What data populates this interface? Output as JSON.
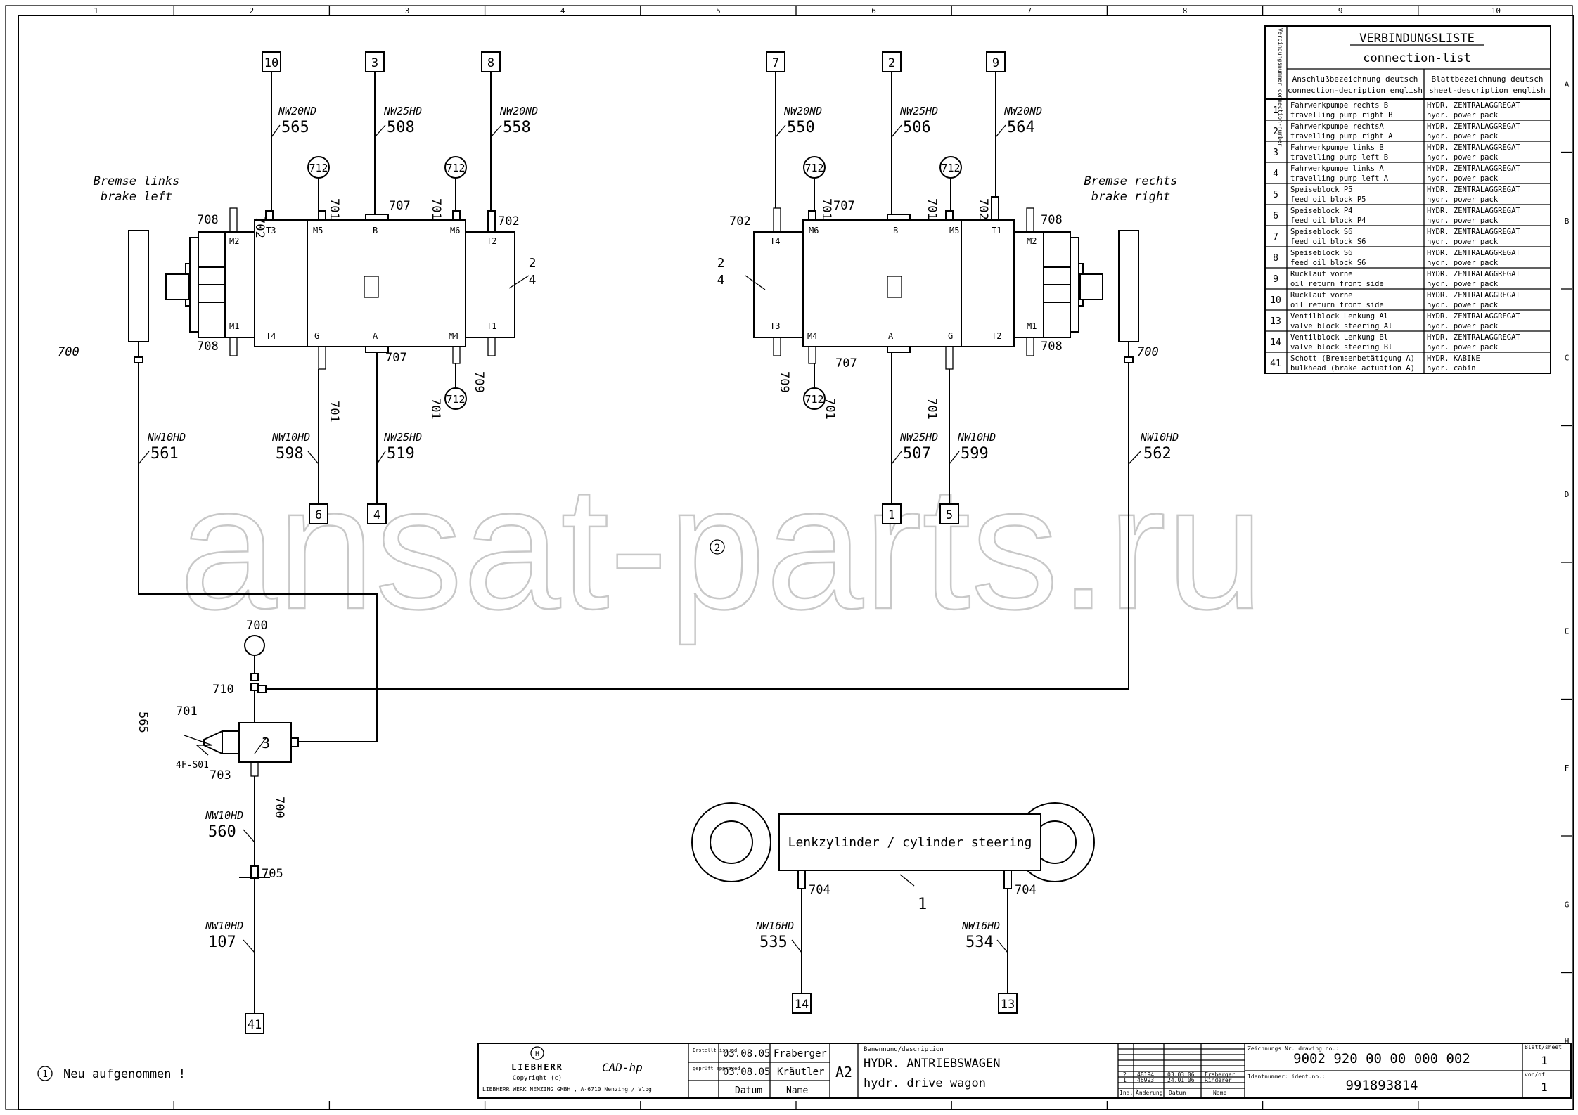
{
  "frame": {
    "col_labels": [
      "1",
      "2",
      "3",
      "4",
      "5",
      "6",
      "7",
      "8",
      "9",
      "10"
    ],
    "row_labels": [
      "A",
      "B",
      "C",
      "D",
      "E",
      "F",
      "G",
      "H"
    ]
  },
  "watermark": "ansat-parts.ru",
  "watermark_marker": "2",
  "left_unit": {
    "brake_label_de": "Bremse links",
    "brake_label_en": "brake left",
    "ports_top": [
      "T3",
      "M5",
      "B",
      "M6",
      "T2"
    ],
    "ports_bottom": [
      "T4",
      "G",
      "A",
      "M4",
      "T1"
    ],
    "ports_side": [
      "M2",
      "M1"
    ],
    "refs": {
      "r708a": "708",
      "r708b": "708",
      "r700": "700",
      "r702a": "702",
      "r701a": "701",
      "r707a": "707",
      "r701b": "701",
      "r702b": "702",
      "r707b": "707",
      "r701c": "701",
      "r709": "709",
      "r701d": "701",
      "r24": "2\n4"
    },
    "gauges": [
      "712",
      "712",
      "712"
    ],
    "connectors_top": [
      {
        "num": "10",
        "spec": "NW20ND",
        "line": "565"
      },
      {
        "num": "3",
        "spec": "NW25HD",
        "line": "508"
      },
      {
        "num": "8",
        "spec": "NW20ND",
        "line": "558"
      }
    ],
    "connectors_bottom": [
      {
        "num": "6",
        "spec": "NW10HD",
        "line": "598"
      },
      {
        "num": "4",
        "spec": "NW25HD",
        "line": "519"
      }
    ],
    "brake_line": {
      "spec": "NW10HD",
      "line": "561"
    }
  },
  "right_unit": {
    "brake_label_de": "Bremse rechts",
    "brake_label_en": "brake right",
    "ports_top": [
      "T4",
      "M6",
      "B",
      "M5",
      "T1"
    ],
    "ports_bottom": [
      "T3",
      "M4",
      "A",
      "G",
      "T2"
    ],
    "ports_side": [
      "M2",
      "M1"
    ],
    "refs": {
      "r702a": "702",
      "r701a": "701",
      "r707a": "707",
      "r701b": "701",
      "r702b": "702",
      "r708a": "708",
      "r708b": "708",
      "r700": "700",
      "r707b": "707",
      "r709": "709",
      "r701c": "701",
      "r701d": "701"
    },
    "gauges": [
      "712",
      "712",
      "712"
    ],
    "connectors_top": [
      {
        "num": "7",
        "spec": "NW20ND",
        "line": "550"
      },
      {
        "num": "2",
        "spec": "NW25HD",
        "line": "506"
      },
      {
        "num": "9",
        "spec": "NW20ND",
        "line": "564"
      }
    ],
    "connectors_bottom": [
      {
        "num": "1",
        "spec": "NW25HD",
        "line": "507"
      },
      {
        "num": "5",
        "spec": "NW10HD",
        "line": "599"
      }
    ],
    "brake_line": {
      "spec": "NW10HD",
      "line": "562"
    }
  },
  "brake_valve": {
    "label_700": "700",
    "label_710": "710",
    "label_701": "701",
    "label_703": "703",
    "label_sensor": "4F-S01",
    "label_3": "3",
    "label_565": "565",
    "label_700b": "700",
    "line_560": {
      "spec": "NW10HD",
      "line": "560"
    },
    "label_705": "705",
    "line_107": {
      "spec": "NW10HD",
      "line": "107"
    },
    "connector": "41"
  },
  "cylinder": {
    "title": "Lenkzylinder / cylinder steering",
    "ref": "1",
    "port_ref": "704",
    "port_ref2": "704",
    "lines": [
      {
        "spec": "NW16HD",
        "line": "535",
        "num": "14"
      },
      {
        "spec": "NW16HD",
        "line": "534",
        "num": "13"
      }
    ]
  },
  "connection_list": {
    "title_de": "VERBINDUNGSLISTE",
    "title_en": "connection-list",
    "side_header": "Verbindungsnummer connection-number",
    "col1_header_de": "Anschlußbezeichnung deutsch",
    "col1_header_en": "connection-decription english",
    "col2_header_de": "Blattbezeichnung deutsch",
    "col2_header_en": "sheet-description english",
    "rows": [
      {
        "no": "1",
        "de": "Fahrwerkpumpe rechts B",
        "en": "travelling pump right B",
        "sheet_de": "HYDR. ZENTRALAGGREGAT",
        "sheet_en": "hydr. power pack"
      },
      {
        "no": "2",
        "de": "Fahrwerkpumpe rechtsA",
        "en": "travelling pump right A",
        "sheet_de": "HYDR. ZENTRALAGGREGAT",
        "sheet_en": "hydr. power pack"
      },
      {
        "no": "3",
        "de": "Fahrwerkpumpe links B",
        "en": "travelling pump left B",
        "sheet_de": "HYDR. ZENTRALAGGREGAT",
        "sheet_en": "hydr. power pack"
      },
      {
        "no": "4",
        "de": "Fahrwerkpumpe links A",
        "en": "travelling pump left A",
        "sheet_de": "HYDR. ZENTRALAGGREGAT",
        "sheet_en": "hydr. power pack"
      },
      {
        "no": "5",
        "de": "Speiseblock P5",
        "en": "feed oil block P5",
        "sheet_de": "HYDR. ZENTRALAGGREGAT",
        "sheet_en": "hydr. power pack"
      },
      {
        "no": "6",
        "de": "Speiseblock P4",
        "en": "feed oil block P4",
        "sheet_de": "HYDR. ZENTRALAGGREGAT",
        "sheet_en": "hydr. power pack"
      },
      {
        "no": "7",
        "de": "Speiseblock S6",
        "en": "feed oil block S6",
        "sheet_de": "HYDR. ZENTRALAGGREGAT",
        "sheet_en": "hydr. power pack"
      },
      {
        "no": "8",
        "de": "Speiseblock S6",
        "en": "feed oil block S6",
        "sheet_de": "HYDR. ZENTRALAGGREGAT",
        "sheet_en": "hydr. power pack"
      },
      {
        "no": "9",
        "de": "Rücklauf vorne",
        "en": "oil return front side",
        "sheet_de": "HYDR. ZENTRALAGGREGAT",
        "sheet_en": "hydr. power pack"
      },
      {
        "no": "10",
        "de": "Rücklauf vorne",
        "en": "oil return front side",
        "sheet_de": "HYDR. ZENTRALAGGREGAT",
        "sheet_en": "hydr. power pack"
      },
      {
        "no": "13",
        "de": "Ventilblock Lenkung Al",
        "en": "valve block steering Al",
        "sheet_de": "HYDR. ZENTRALAGGREGAT",
        "sheet_en": "hydr. power pack"
      },
      {
        "no": "14",
        "de": "Ventilblock Lenkung Bl",
        "en": "valve block steering Bl",
        "sheet_de": "HYDR. ZENTRALAGGREGAT",
        "sheet_en": "hydr. power pack"
      },
      {
        "no": "41",
        "de": "Schott (Bremsenbetätigung A)",
        "en": "bulkhead (brake actuation A)",
        "sheet_de": "HYDR. KABINE",
        "sheet_en": "hydr. cabin"
      }
    ]
  },
  "note": {
    "marker": "1",
    "text": "Neu aufgenommen !"
  },
  "title_block": {
    "company": "LIEBHERR",
    "copyright": "Copyright (c)",
    "address": "LIEBHERR WERK NENZING GMBH , A-6710 Nenzing / Vlbg",
    "cad": "CAD-hp",
    "erstellt": "Erstellt issued",
    "geprueft": "geprüft approved",
    "date_created": "03.08.05",
    "name_created": "Fraberger",
    "date_approved": "03.08.05",
    "name_approved": "Kräutler",
    "datum_label": "Datum",
    "name_label": "Name",
    "size": "A2",
    "benennung_label": "Benennung/description",
    "title_de": "HYDR. ANTRIEBSWAGEN",
    "title_en": "hydr. drive wagon",
    "revisions": [
      {
        "ind": "2",
        "change": "48194",
        "date": "03.03.06",
        "name": "Fraberger"
      },
      {
        "ind": "1",
        "change": "46993",
        "date": "24.01.06",
        "name": "Rinderer"
      }
    ],
    "rev_headers": {
      "ind": "Ind.",
      "change": "Änderung",
      "date": "Datum",
      "name": "Name"
    },
    "drawing_no_label": "Zeichnungs.Nr. drawing no.:",
    "drawing_no": "9002 920 00 00 000 002",
    "ident_label": "Identnummer: ident.no.:",
    "ident_no": "991893814",
    "sheet_label": "Blatt/sheet",
    "sheet": "1",
    "of_label": "von/of",
    "of": "1"
  }
}
